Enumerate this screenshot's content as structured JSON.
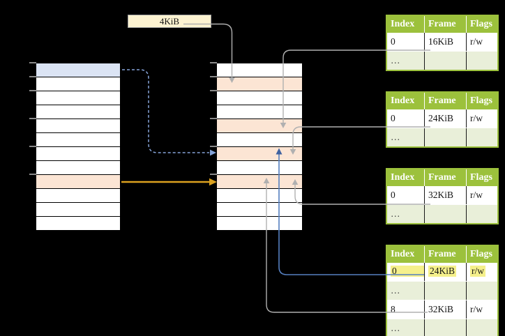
{
  "colors": {
    "background": "#000000",
    "green": "#9cc13c",
    "green_light": "#e9efd9",
    "header_text": "#ffffff",
    "cell_text": "#151515",
    "dots_text": "#3d3d3d",
    "blue_row": "#dbe4f4",
    "orange_row": "#fce5d4",
    "label_box_bg": "#fdf3d1",
    "label_box_border": "#9f9f9f",
    "gray_arrow": "#b0b0b0",
    "blue_dashed_arrow": "#85a3d8",
    "blue_solid_arrow": "#557fc0",
    "blue_solid_head": "#3f62a0",
    "orange_arrow": "#dba11f",
    "yellow_highlight": "#f5f08b",
    "tick": "#8a8a8a"
  },
  "size_label": {
    "text": "4KiB"
  },
  "left_column": {
    "rows": 12,
    "highlights": [
      {
        "row": 0,
        "color_key": "blue_row"
      },
      {
        "row": 8,
        "color_key": "orange_row"
      }
    ]
  },
  "middle_column": {
    "rows": 12,
    "highlights": [
      {
        "row": 1,
        "color_key": "orange_row"
      },
      {
        "row": 4,
        "color_key": "orange_row"
      },
      {
        "row": 6,
        "color_key": "orange_row"
      },
      {
        "row": 8,
        "color_key": "orange_row"
      }
    ]
  },
  "frame_tables": [
    {
      "headers": [
        "Index",
        "Frame",
        "Flags"
      ],
      "rows": [
        {
          "cells": [
            "0",
            "16KiB",
            "r/w"
          ],
          "shaded": false,
          "highlight": false
        },
        {
          "cells": [
            "…",
            "",
            ""
          ],
          "shaded": true,
          "highlight": false
        }
      ]
    },
    {
      "headers": [
        "Index",
        "Frame",
        "Flags"
      ],
      "rows": [
        {
          "cells": [
            "0",
            "24KiB",
            "r/w"
          ],
          "shaded": false,
          "highlight": false
        },
        {
          "cells": [
            "…",
            "",
            ""
          ],
          "shaded": true,
          "highlight": false
        }
      ]
    },
    {
      "headers": [
        "Index",
        "Frame",
        "Flags"
      ],
      "rows": [
        {
          "cells": [
            "0",
            "32KiB",
            "r/w"
          ],
          "shaded": false,
          "highlight": false
        },
        {
          "cells": [
            "…",
            "",
            ""
          ],
          "shaded": true,
          "highlight": false
        }
      ]
    },
    {
      "headers": [
        "Index",
        "Frame",
        "Flags"
      ],
      "rows": [
        {
          "cells": [
            "0",
            "24KiB",
            "r/w"
          ],
          "shaded": false,
          "highlight": true
        },
        {
          "cells": [
            "…",
            "",
            ""
          ],
          "shaded": true,
          "highlight": false
        },
        {
          "cells": [
            "8",
            "32KiB",
            "r/w"
          ],
          "shaded": false,
          "highlight": false
        },
        {
          "cells": [
            "…",
            "",
            ""
          ],
          "shaded": true,
          "highlight": false
        }
      ]
    }
  ],
  "arrows": [
    {
      "name": "arrow-4kib-to-physical-row-2",
      "style": "solid",
      "color": "gray"
    },
    {
      "name": "arrow-table1-frame-to-physical-row-5",
      "style": "solid",
      "color": "gray"
    },
    {
      "name": "arrow-table2-frame-to-physical-row-7",
      "style": "solid",
      "color": "gray"
    },
    {
      "name": "arrow-table3-frame-to-physical-row-9",
      "style": "solid",
      "color": "gray"
    },
    {
      "name": "arrow-table4-row1-to-physical-row-7",
      "style": "solid",
      "color": "blue"
    },
    {
      "name": "arrow-table4-row3-to-physical-row-9",
      "style": "solid",
      "color": "gray"
    },
    {
      "name": "arrow-left-blue-row-to-physical-row-7",
      "style": "dashed",
      "color": "light-blue"
    },
    {
      "name": "arrow-left-orange-row-to-physical-row-9",
      "style": "solid",
      "color": "orange"
    }
  ]
}
